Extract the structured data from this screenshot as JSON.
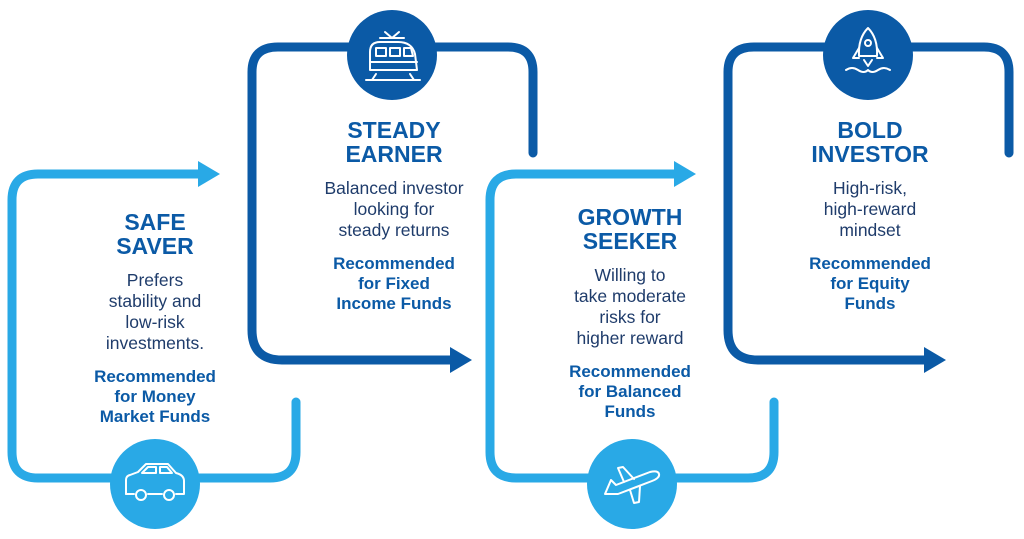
{
  "colors": {
    "light": "#29a9e6",
    "dark": "#0b5aa6",
    "title_text": "#0b5aa6",
    "body_text": "#1f3c6b"
  },
  "profiles": [
    {
      "title": [
        "SAFE",
        "SAVER"
      ],
      "description": [
        "Prefers",
        "stability and",
        "low-risk",
        "investments."
      ],
      "recommendation": [
        "Recommended",
        "for Money",
        "Market Funds"
      ],
      "icon": "car-icon"
    },
    {
      "title": [
        "STEADY",
        "EARNER"
      ],
      "description": [
        "Balanced investor",
        "looking for",
        "steady returns"
      ],
      "recommendation": [
        "Recommended",
        "for Fixed",
        "Income Funds"
      ],
      "icon": "train-icon"
    },
    {
      "title": [
        "GROWTH",
        "SEEKER"
      ],
      "description": [
        "Willing to",
        "take moderate",
        "risks for",
        "higher reward"
      ],
      "recommendation": [
        "Recommended",
        "for Balanced",
        "Funds"
      ],
      "icon": "airplane-icon"
    },
    {
      "title": [
        "BOLD",
        "INVESTOR"
      ],
      "description": [
        "High-risk,",
        "high-reward",
        "mindset"
      ],
      "recommendation": [
        "Recommended",
        "for Equity",
        "Funds"
      ],
      "icon": "rocket-icon"
    }
  ]
}
